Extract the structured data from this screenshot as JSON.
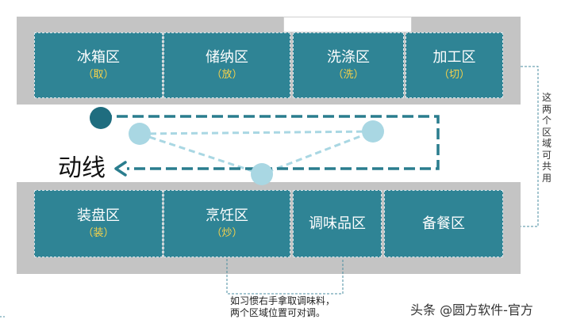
{
  "top_zones": [
    {
      "name": "冰箱区",
      "verb": "取"
    },
    {
      "name": "储纳区",
      "verb": "放"
    },
    {
      "name": "洗涤区",
      "verb": "洗"
    },
    {
      "name": "加工区",
      "verb": "切"
    }
  ],
  "bottom_zones": [
    {
      "name": "装盘区",
      "verb": "装"
    },
    {
      "name": "烹饪区",
      "verb": "炒"
    },
    {
      "name": "调味品区",
      "verb": ""
    },
    {
      "name": "备餐区",
      "verb": ""
    }
  ],
  "paren_open": "（",
  "paren_close": "）",
  "flow_label": "动线",
  "side_note": "这两个区域可共用",
  "bottom_note": {
    "line1": "如习惯右手拿取调味料，",
    "line2": "两个区域位置可对调。"
  },
  "watermark": "头条 @圆方软件-官方",
  "colors": {
    "zone_fill": "#2f8495",
    "verb_text": "#f6d24a",
    "flow_path": "#2a7d8e",
    "triangle": "#a9d7e3",
    "wall": "#c4c4c4"
  }
}
